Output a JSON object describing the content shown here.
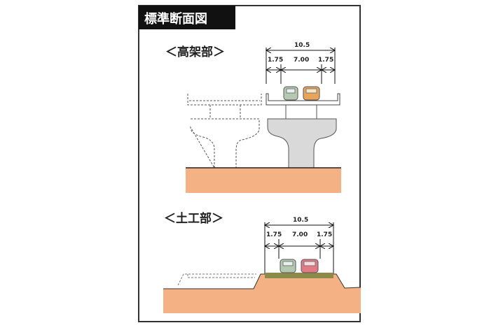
{
  "title": "標準断面図",
  "sections": [
    {
      "label": "＜高架部＞",
      "total_width": "10.5",
      "parts": [
        "1.75",
        "7.00",
        "1.75"
      ]
    },
    {
      "label": "＜土工部＞",
      "total_width": "10.5",
      "parts": [
        "1.75",
        "7.00",
        "1.75"
      ]
    }
  ],
  "colors": {
    "ground": "#f4b183",
    "road": "#8b8a4a",
    "pier": "#d9d9d9",
    "car1": "#b5c9b0",
    "car2": "#e9a45a",
    "car3": "#e27a86"
  }
}
